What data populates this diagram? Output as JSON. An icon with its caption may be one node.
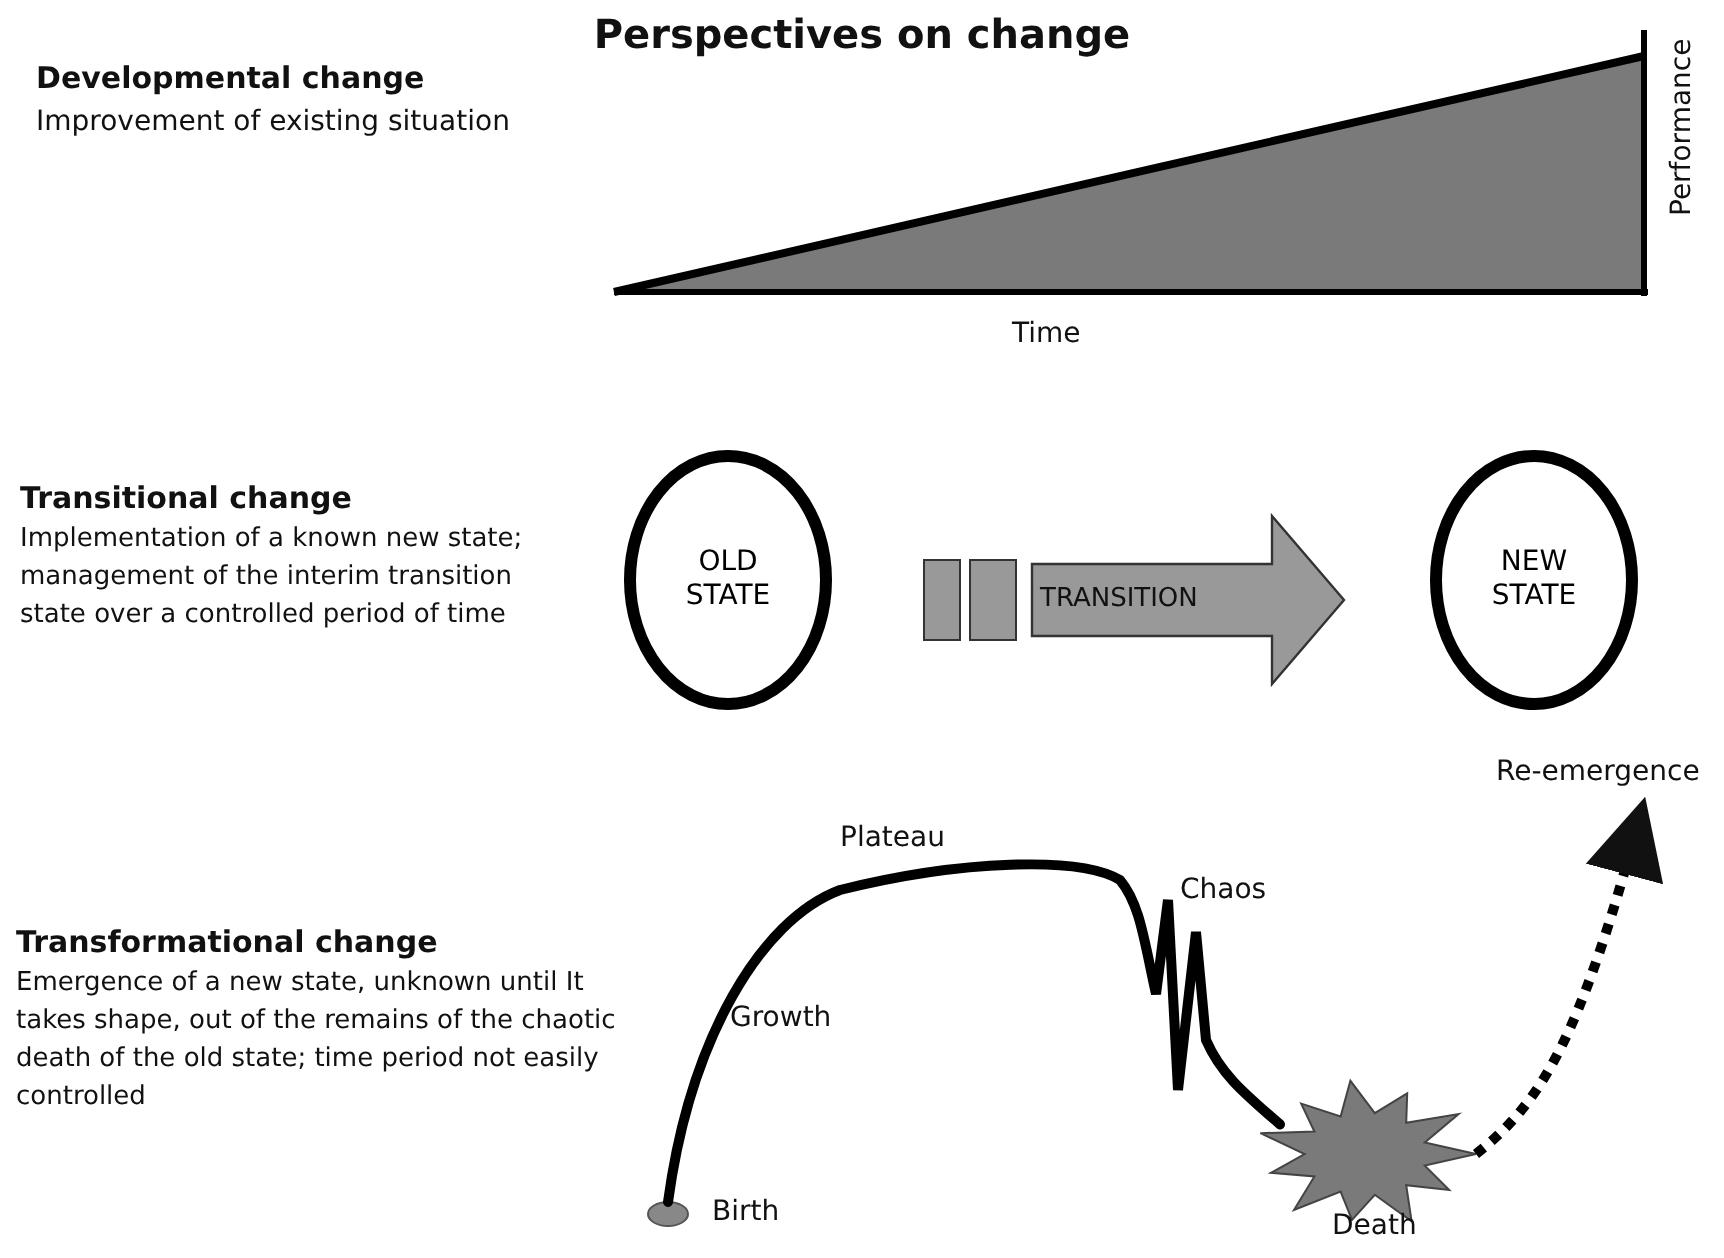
{
  "diagram": {
    "title": "Perspectives on change",
    "nodes": [
      {
        "text": [
          "OLD STATE"
        ]
      },
      {
        "text": [
          "NEW STATE"
        ]
      },
      {
        "text": [],
        "shape": "circle",
        "beside": [
          "Birth"
        ]
      },
      {
        "text": [],
        "shape": "star",
        "beside": [
          "Death"
        ]
      }
    ],
    "edges": [
      {
        "from": 0,
        "to": 1,
        "arrow": "to",
        "label": "TRANSITION"
      },
      {
        "from": 2,
        "to": 3,
        "arrow": "none"
      },
      {
        "from": 3,
        "to": null,
        "arrow": "to",
        "style": "dashed",
        "label": "Re-emergence"
      }
    ],
    "labels": [
      "Developmental change",
      "Improvement of existing situation",
      "Performance",
      "Time",
      "Transitional change",
      "Implementation of a known new state; management of the interim transition state over a controlled period of time",
      "Plateau",
      "Chaos",
      "Growth",
      "Transformational change",
      "Emergence of a new state, unknown until It takes shape, out of the remains of the chaotic death of the old state; time period not easily controlled"
    ]
  }
}
